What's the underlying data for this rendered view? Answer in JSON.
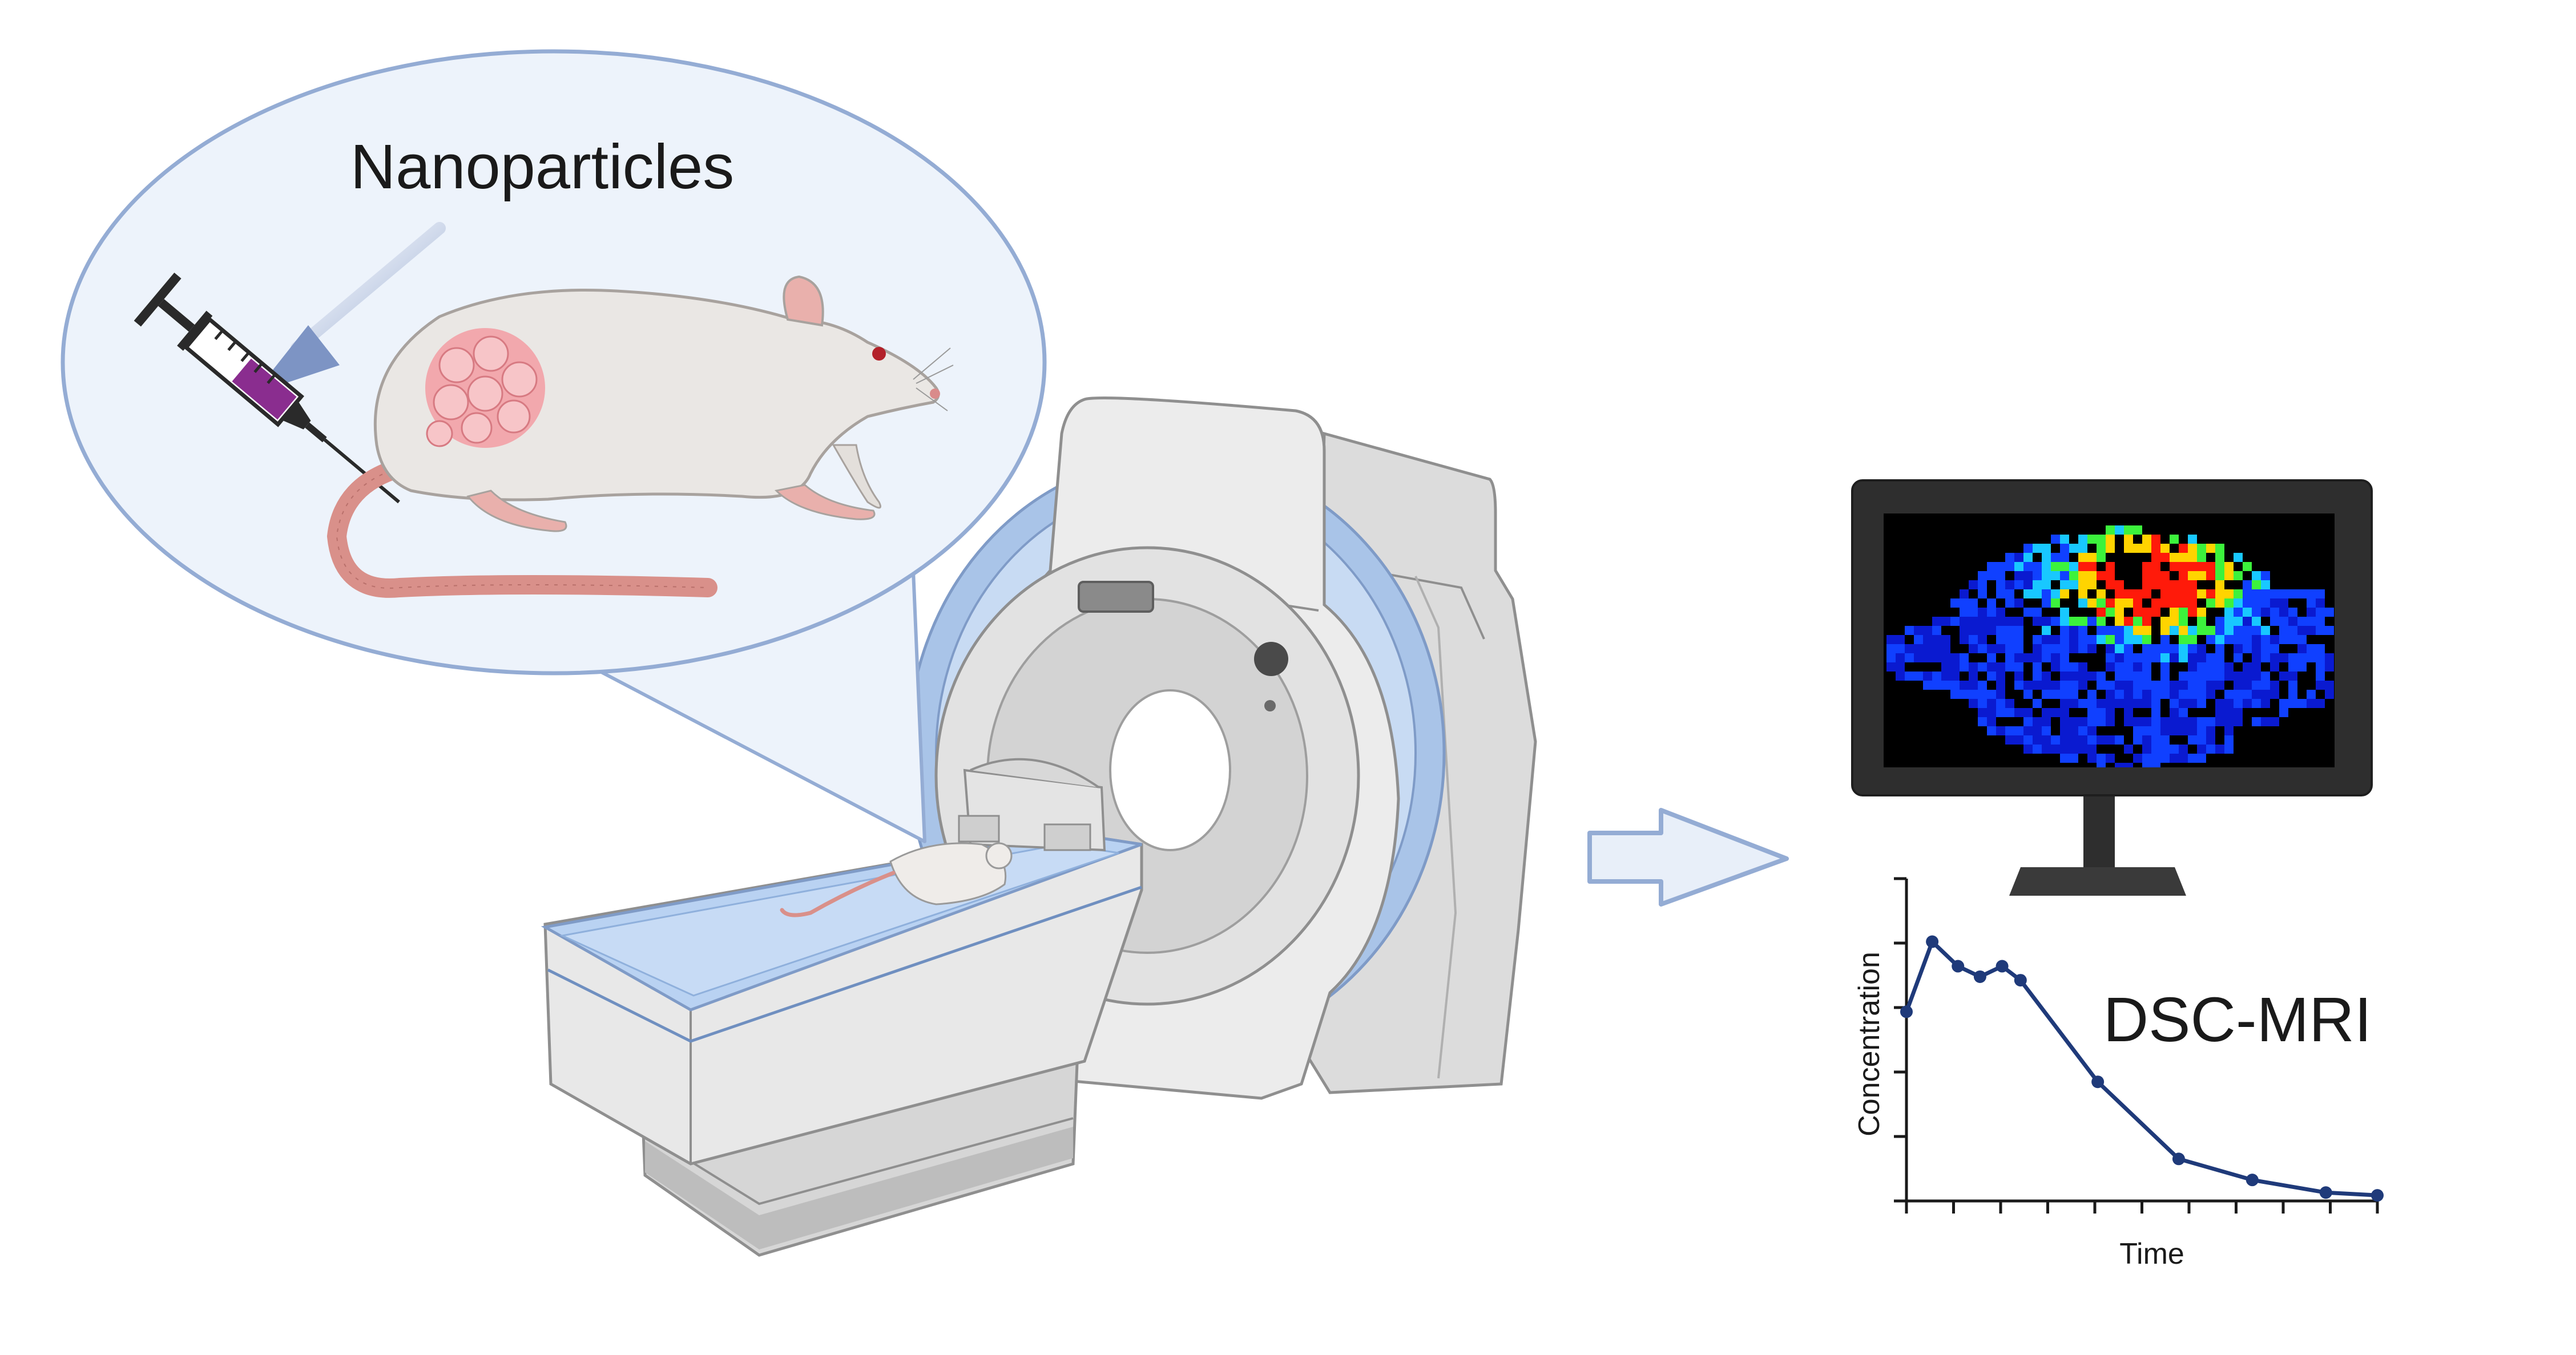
{
  "labels": {
    "nanoparticles": "Nanoparticles",
    "dsc_mri": "DSC-MRI"
  },
  "chart_data": {
    "type": "line",
    "xlabel": "Time",
    "ylabel": "Concentration",
    "x": [
      0,
      0.35,
      0.7,
      1.0,
      1.3,
      1.55,
      2.6,
      3.7,
      4.7,
      5.7,
      6.4
    ],
    "series": [
      {
        "values": [
          2.7,
          3.7,
          3.35,
          3.2,
          3.35,
          3.15,
          1.7,
          0.6,
          0.3,
          0.12,
          0.08
        ]
      }
    ],
    "xlim": [
      0,
      6.4
    ],
    "ylim": [
      0,
      4.6
    ],
    "x_ticks": 10,
    "y_ticks": 5,
    "grid": false,
    "line_color": "#1f3a7a"
  },
  "colors": {
    "bubble_fill": "#edf3fb",
    "bubble_stroke": "#94acd4",
    "scanner_body": "#e9e9e9",
    "bore_ring": "#a9c4e8",
    "bed_top": "#b9d2f2",
    "rat_body": "#eae7e4",
    "tail": "#d9908a",
    "tumor": "#f2a8ad",
    "syringe_liquid": "#8a2d8f",
    "monitor_frame": "#2e2e2e",
    "screen_bg": "#000000"
  },
  "icons": [
    "syringe-icon",
    "rat-illustration",
    "mri-scanner-illustration",
    "monitor-icon",
    "right-arrow-icon"
  ]
}
